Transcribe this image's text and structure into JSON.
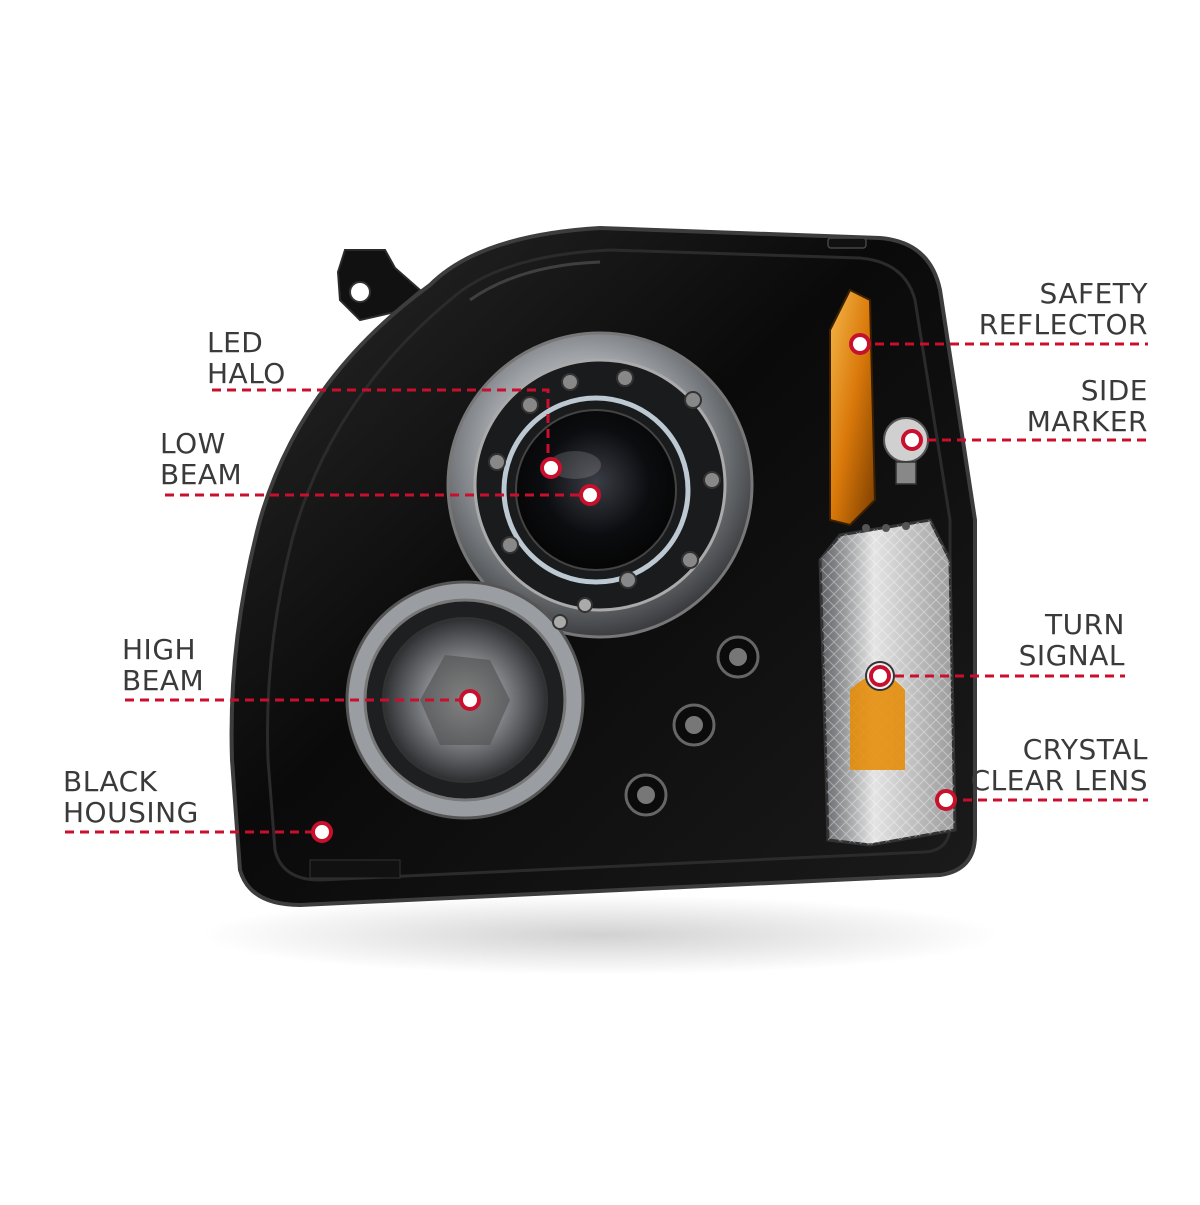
{
  "callouts": {
    "led_halo": [
      "LED",
      "HALO"
    ],
    "low_beam": [
      "LOW",
      "BEAM"
    ],
    "high_beam": [
      "HIGH",
      "BEAM"
    ],
    "black_housing": [
      "BLACK",
      "HOUSING"
    ],
    "safety_reflector": [
      "SAFETY",
      "REFLECTOR"
    ],
    "side_marker": [
      "SIDE",
      "MARKER"
    ],
    "turn_signal": [
      "TURN",
      "SIGNAL"
    ],
    "crystal_clear_lens": [
      "CRYSTAL",
      "CLEAR LENS"
    ]
  },
  "colors": {
    "callout_line": "#c8102e",
    "callout_dot_ring": "#c8102e",
    "housing": "#0d0d0d",
    "amber": "#e08a00",
    "chrome": "#b9bcc0"
  }
}
